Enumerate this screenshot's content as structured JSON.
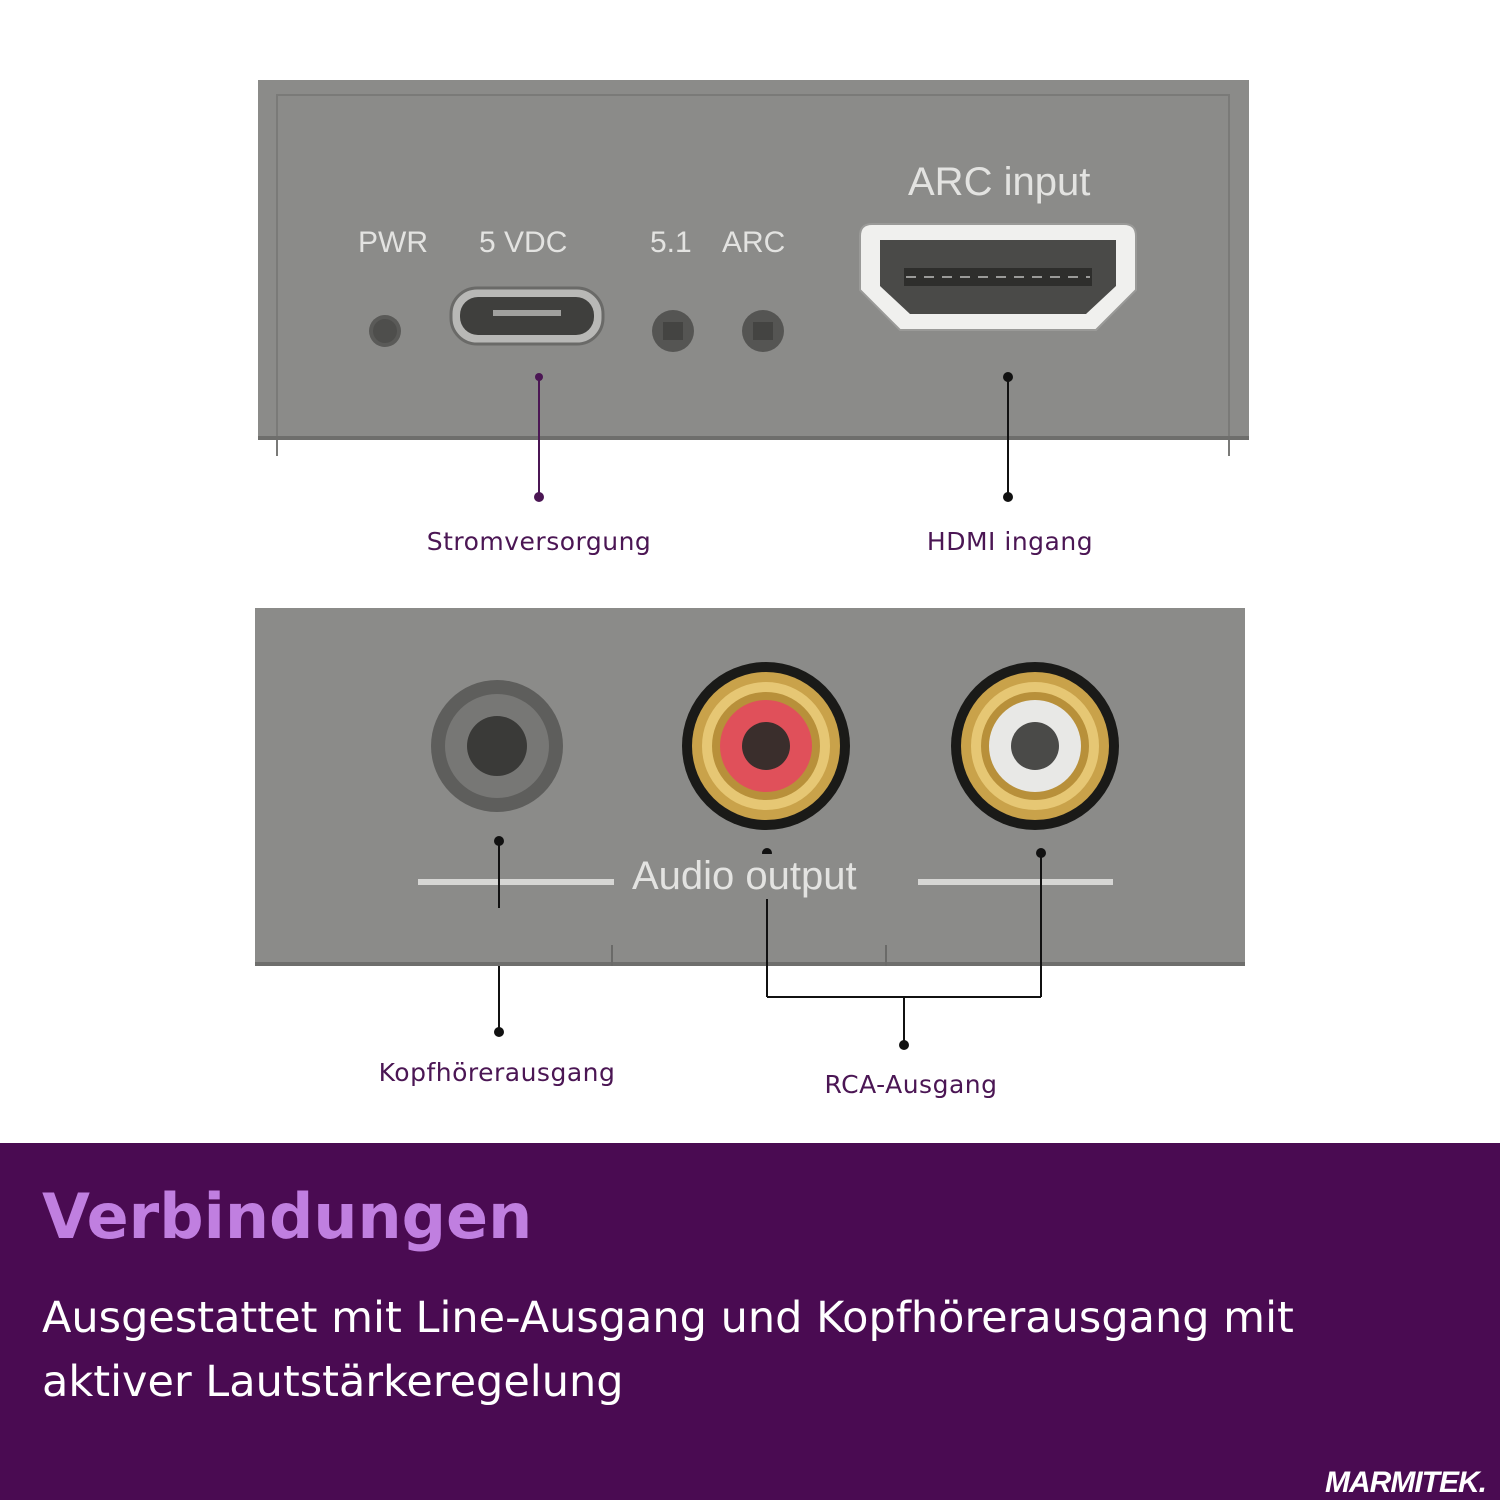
{
  "device_top": {
    "labels": {
      "pwr": "PWR",
      "vdc": "5 VDC",
      "ch51": "5.1",
      "arc": "ARC",
      "arc_input": "ARC input"
    }
  },
  "device_bottom": {
    "audio_output": "Audio output"
  },
  "callouts": {
    "power": "Stromversorgung",
    "hdmi": "HDMI ingang",
    "headphone": "Kopfhörerausgang",
    "rca": "RCA-Ausgang"
  },
  "banner": {
    "title": "Verbindungen",
    "description": "Ausgestattet mit Line-Ausgang und Kopfhörerausgang mit aktiver Lautstärkeregelung"
  },
  "brand": {
    "logo": "MARMITEK."
  },
  "colors": {
    "banner_bg": "#4a0b52",
    "title": "#c07fe0",
    "callout_text": "#4b1654",
    "device_gray": "#8b8b89",
    "rca_red": "#e0505a",
    "rca_white": "#e8e8e6",
    "gold": "#c9a24a"
  }
}
